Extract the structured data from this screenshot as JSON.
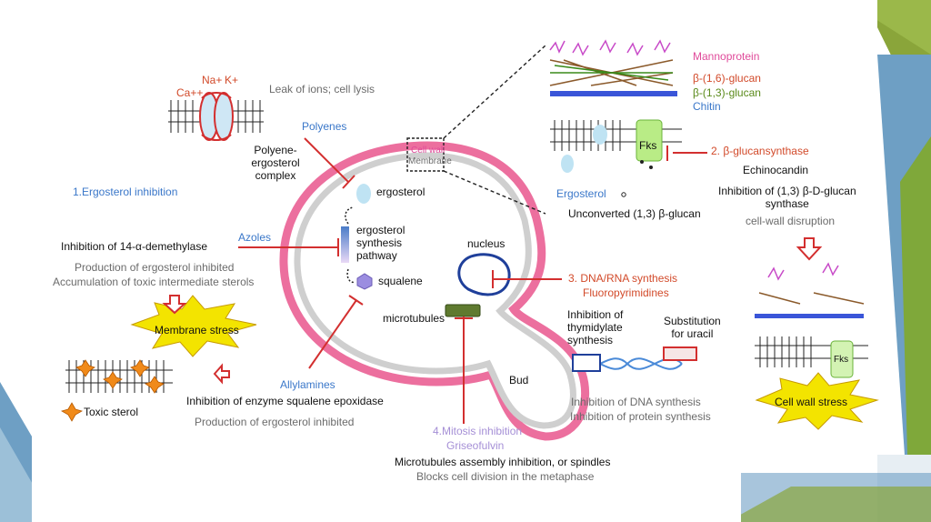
{
  "labels": {
    "ca": "Ca++",
    "na": "Na+",
    "k": "K+",
    "leak": "Leak of ions; cell lysis",
    "polyenes": "Polyenes",
    "polyene_complex": [
      "Polyene-",
      "ergosterol",
      "complex"
    ],
    "ergosterol_inhibition": "1.Ergosterol inhibition",
    "ergosterol": "ergosterol",
    "ergo_pathway": [
      "ergosterol",
      "synthesis",
      "pathway"
    ],
    "squalene": "squalene",
    "azoles": "Azoles",
    "demethylase": "Inhibition of 14-α-demethylase",
    "prod_inhibited_1": "Production of ergosterol inhibited",
    "accumulation": "Accumulation of toxic intermediate sterols",
    "membrane_stress": "Membrane stress",
    "toxic_sterol": "Toxic sterol",
    "allylamines": "Allylamines",
    "squalene_epox": "Inhibition of enzyme squalene epoxidase",
    "prod_inhibited_2": "Production of ergosterol inhibited",
    "nucleus": "nucleus",
    "microtubules": "microtubules",
    "bud": "Bud",
    "dna_rna": "3. DNA/RNA synthesis",
    "fluoro": "Fluoropyrimidines",
    "thymidylate": [
      "Inhibition of",
      "thymidylate",
      "synthesis"
    ],
    "uracil": [
      "Substitution",
      "for uracil"
    ],
    "inh_dna": "Inhibition of DNA synthesis",
    "inh_protein": "Inhibition of protein synthesis",
    "mitosis": "4.Mitosis inhibition",
    "griseo": "Griseofulvin",
    "microtubules_assembly": "Microtubules assembly inhibition, or spindles",
    "blocks": "Blocks cell division in the metaphase",
    "cell_wall_small": "Cell wall",
    "membrane_small": "Membrane",
    "mannoprotein": "Mannoprotein",
    "b16": "β-(1,6)-glucan",
    "b13": "β-(1,3)-glucan",
    "chitin": "Chitin",
    "fks": "Fks",
    "fks2": "Fks",
    "glucansynthase": "2. β-glucansynthase",
    "echinocandin": "Echinocandin",
    "inh_glucan": [
      "Inhibition of (1,3) β-D-glucan",
      "synthase"
    ],
    "cell_wall_disruption": "cell-wall disruption",
    "ergosterol_right": "Ergosterol",
    "unconverted": "Unconverted (1,3) β-glucan",
    "cell_wall_stress": "Cell wall stress"
  },
  "colors": {
    "cell_wall": "#ec6f9e",
    "membrane": "#c8c8c8",
    "inhibitor_red": "#d32f2f",
    "slide_green": "#8aa53a",
    "slide_blue": "#6e9fc4",
    "starburst": "#f3e400"
  }
}
